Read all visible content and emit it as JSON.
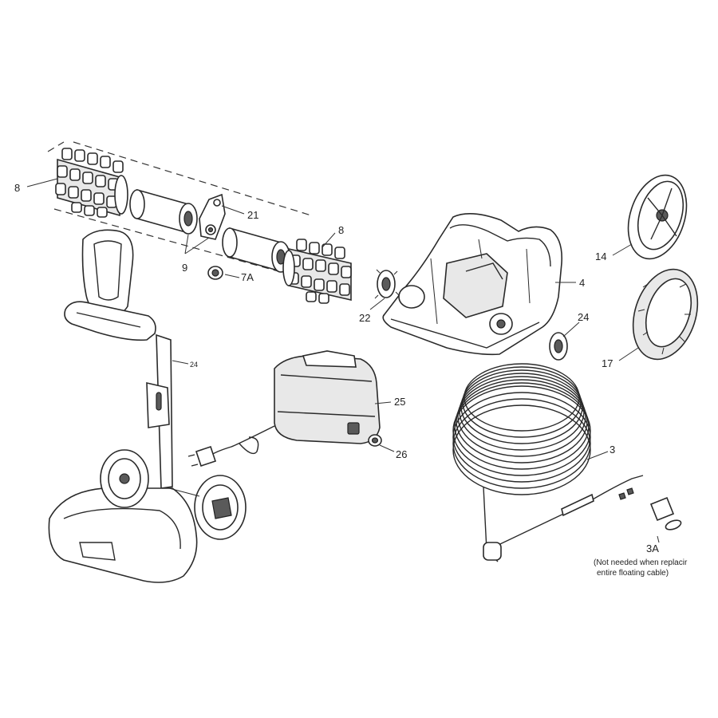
{
  "labels": {
    "l8a": "8",
    "l21": "21",
    "l8b": "8",
    "l9": "9",
    "l7a": "7A",
    "l24a": "24",
    "l22": "22",
    "l4": "4",
    "l24b": "24",
    "l14": "14",
    "l17": "17",
    "l25": "25",
    "l26": "26",
    "l3": "3",
    "l3a": "3A"
  },
  "note": {
    "line1": "(Not needed when replacir",
    "line2": "entire floating cable)"
  }
}
